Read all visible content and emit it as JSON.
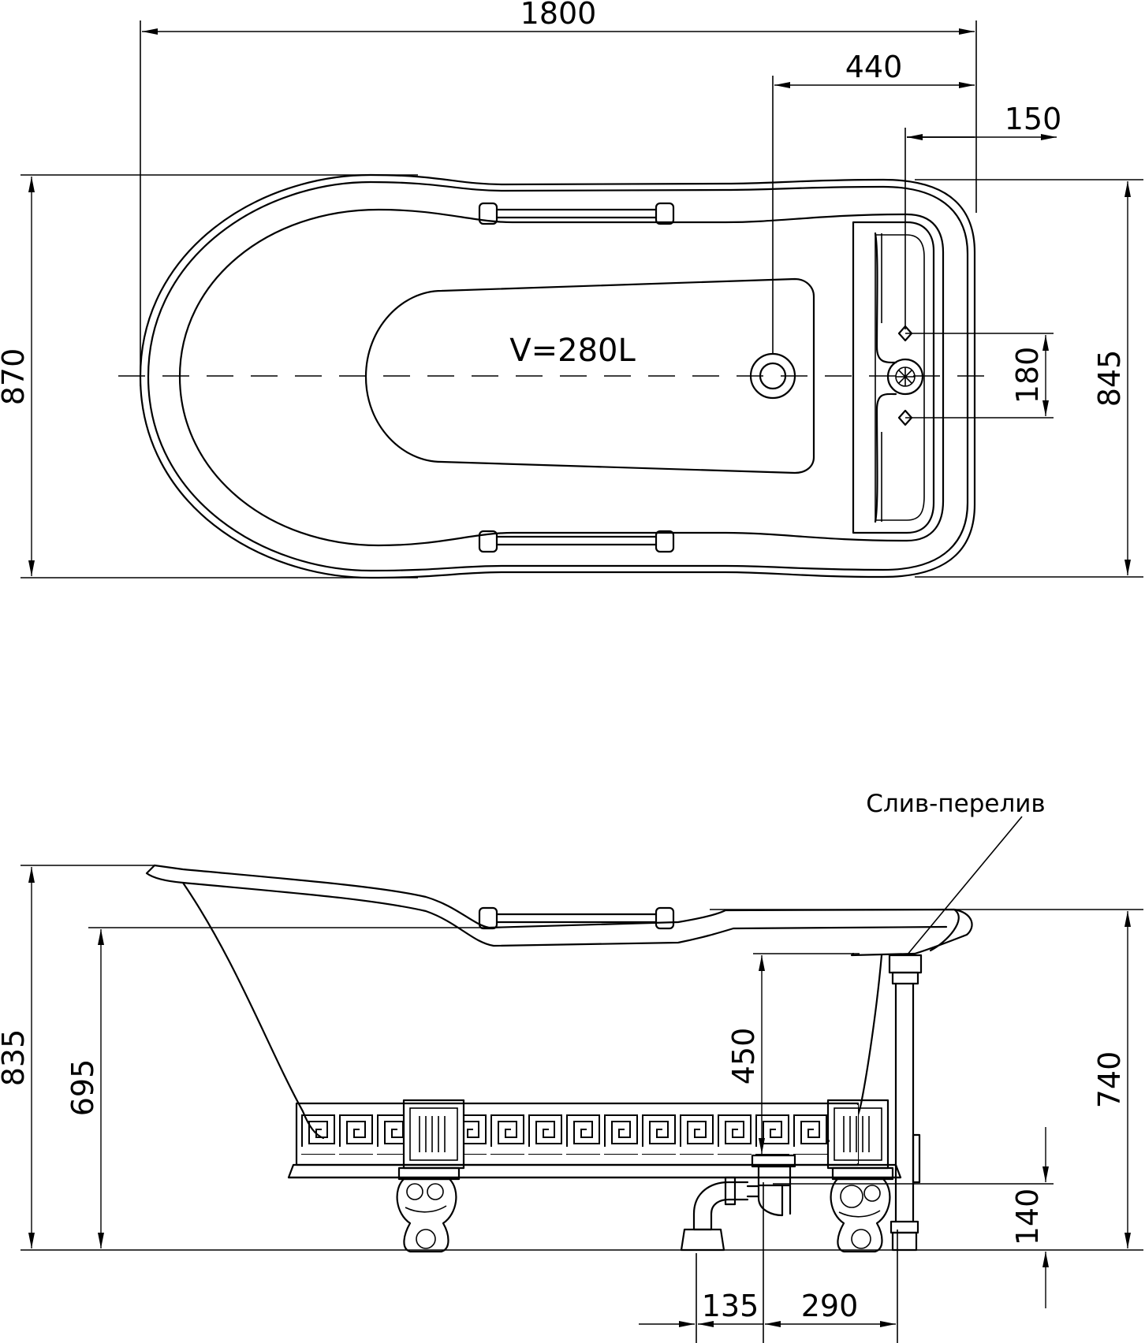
{
  "top_view": {
    "volume": "V=280L",
    "dims": {
      "length": "1800",
      "drain_offset": "440",
      "tap_offset": "150",
      "width_outer": "870",
      "width_inner": "845",
      "tap_spacing": "180"
    }
  },
  "side_view": {
    "label_overflow": "Слив-перелив",
    "dims": {
      "height_total": "835",
      "height_rim": "695",
      "drain_height": "450",
      "height_tap_side": "740",
      "outlet_height": "140",
      "outlet_x1": "135",
      "outlet_x2": "290"
    }
  },
  "colors": {
    "line": "#000000",
    "background": "#ffffff"
  }
}
